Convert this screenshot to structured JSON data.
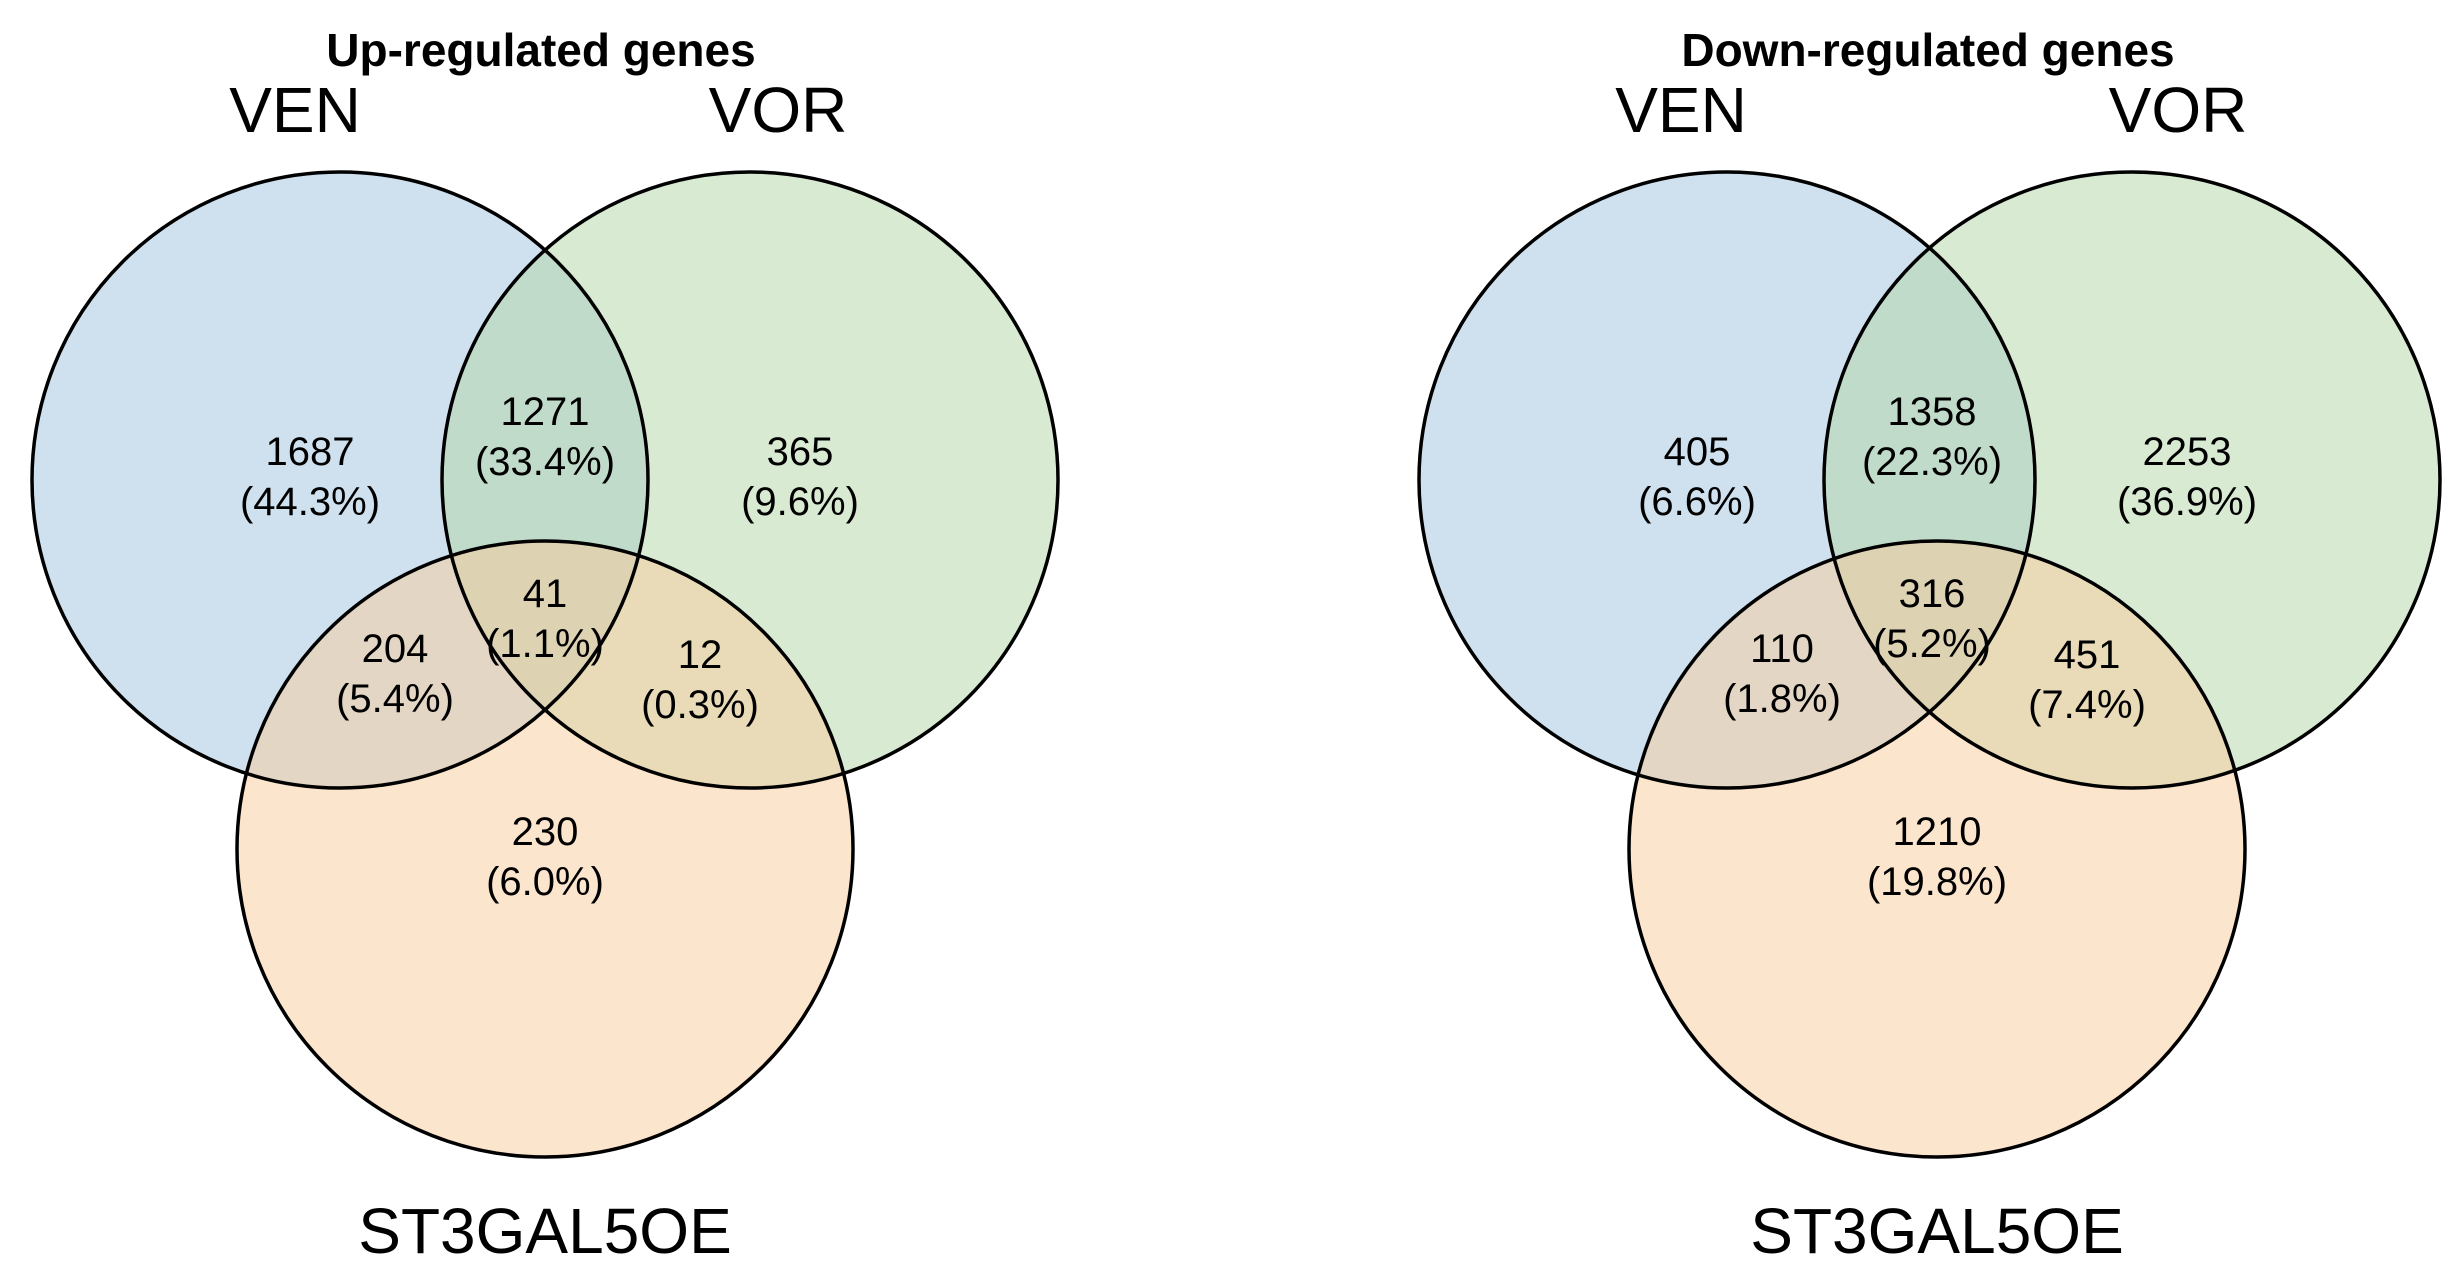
{
  "chart_data": [
    {
      "type": "venn",
      "title": "Up-regulated genes",
      "sets": [
        "VEN",
        "VOR",
        "ST3GAL5OE"
      ],
      "regions": [
        {
          "sets": [
            "VEN"
          ],
          "count": 1687,
          "percent": 44.3
        },
        {
          "sets": [
            "VEN",
            "VOR"
          ],
          "count": 1271,
          "percent": 33.4
        },
        {
          "sets": [
            "VOR"
          ],
          "count": 365,
          "percent": 9.6
        },
        {
          "sets": [
            "VEN",
            "VOR",
            "ST3GAL5OE"
          ],
          "count": 41,
          "percent": 1.1
        },
        {
          "sets": [
            "VEN",
            "ST3GAL5OE"
          ],
          "count": 204,
          "percent": 5.4
        },
        {
          "sets": [
            "VOR",
            "ST3GAL5OE"
          ],
          "count": 12,
          "percent": 0.3
        },
        {
          "sets": [
            "ST3GAL5OE"
          ],
          "count": 230,
          "percent": 6.0
        }
      ],
      "legend_position": "none",
      "grid": false
    },
    {
      "type": "venn",
      "title": "Down-regulated genes",
      "sets": [
        "VEN",
        "VOR",
        "ST3GAL5OE"
      ],
      "regions": [
        {
          "sets": [
            "VEN"
          ],
          "count": 405,
          "percent": 6.6
        },
        {
          "sets": [
            "VEN",
            "VOR"
          ],
          "count": 1358,
          "percent": 22.3
        },
        {
          "sets": [
            "VOR"
          ],
          "count": 2253,
          "percent": 36.9
        },
        {
          "sets": [
            "VEN",
            "VOR",
            "ST3GAL5OE"
          ],
          "count": 316,
          "percent": 5.2
        },
        {
          "sets": [
            "VEN",
            "ST3GAL5OE"
          ],
          "count": 110,
          "percent": 1.8
        },
        {
          "sets": [
            "VOR",
            "ST3GAL5OE"
          ],
          "count": 451,
          "percent": 7.4
        },
        {
          "sets": [
            "ST3GAL5OE"
          ],
          "count": 1210,
          "percent": 19.8
        }
      ],
      "legend_position": "none",
      "grid": false
    }
  ],
  "diagrams": [
    {
      "title": "Up-regulated genes",
      "labels": {
        "ven": "VEN",
        "vor": "VOR",
        "st3": "ST3GAL5OE"
      },
      "regions": {
        "ven_only": {
          "count": "1687",
          "percent": "(44.3%)"
        },
        "ven_vor": {
          "count": "1271",
          "percent": "(33.4%)"
        },
        "vor_only": {
          "count": "365",
          "percent": "(9.6%)"
        },
        "triple": {
          "count": "41",
          "percent": "(1.1%)"
        },
        "ven_st3": {
          "count": "204",
          "percent": "(5.4%)"
        },
        "vor_st3": {
          "count": "12",
          "percent": "(0.3%)"
        },
        "st3_only": {
          "count": "230",
          "percent": "(6.0%)"
        }
      }
    },
    {
      "title": "Down-regulated genes",
      "labels": {
        "ven": "VEN",
        "vor": "VOR",
        "st3": "ST3GAL5OE"
      },
      "regions": {
        "ven_only": {
          "count": "405",
          "percent": "(6.6%)"
        },
        "ven_vor": {
          "count": "1358",
          "percent": "(22.3%)"
        },
        "vor_only": {
          "count": "2253",
          "percent": "(36.9%)"
        },
        "triple": {
          "count": "316",
          "percent": "(5.2%)"
        },
        "ven_st3": {
          "count": "110",
          "percent": "(1.8%)"
        },
        "vor_st3": {
          "count": "451",
          "percent": "(7.4%)"
        },
        "st3_only": {
          "count": "1210",
          "percent": "(19.8%)"
        }
      }
    }
  ],
  "colors": {
    "ven_fill": "#9fc3dd",
    "vor_fill": "#b3d5a7",
    "st3_fill": "#f9cb9b",
    "outline": "#000000"
  }
}
